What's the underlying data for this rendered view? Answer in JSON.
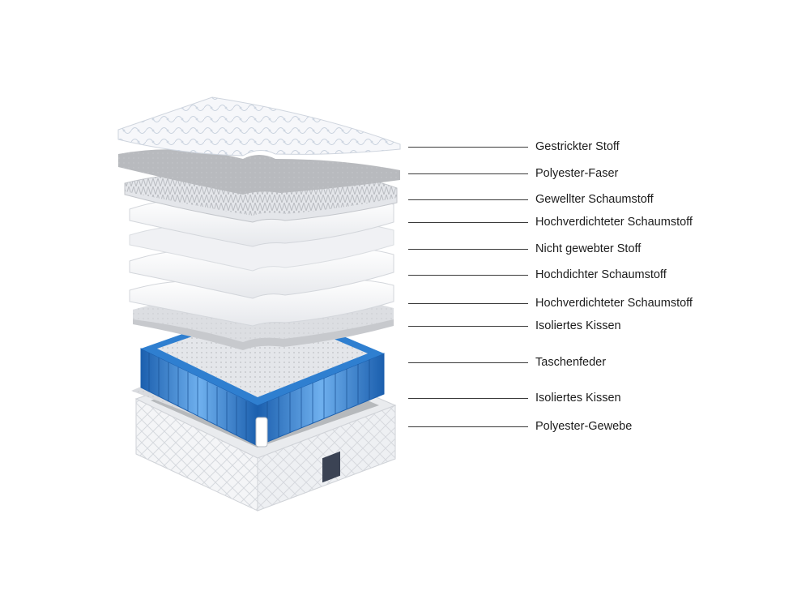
{
  "layers": [
    {
      "label": "Gestrickter Stoff"
    },
    {
      "label": "Polyester-Faser"
    },
    {
      "label": "Gewellter Schaumstoff"
    },
    {
      "label": "Hochverdichteter Schaumstoff"
    },
    {
      "label": "Nicht gewebter Stoff"
    },
    {
      "label": "Hochdichter Schaumstoff"
    },
    {
      "label": "Hochverdichteter Schaumstoff"
    },
    {
      "label": "Isoliertes Kissen"
    },
    {
      "label": "Taschenfeder"
    },
    {
      "label": "Isoliertes Kissen"
    },
    {
      "label": "Polyester-Gewebe"
    }
  ],
  "colors": {
    "spring": "#2f7fd0",
    "spring_dark": "#1b5fae",
    "label_text": "#1c1c1c",
    "leader_line": "#3a3a3a",
    "foam": "#f2f3f6",
    "fiber": "#c9cacd"
  }
}
